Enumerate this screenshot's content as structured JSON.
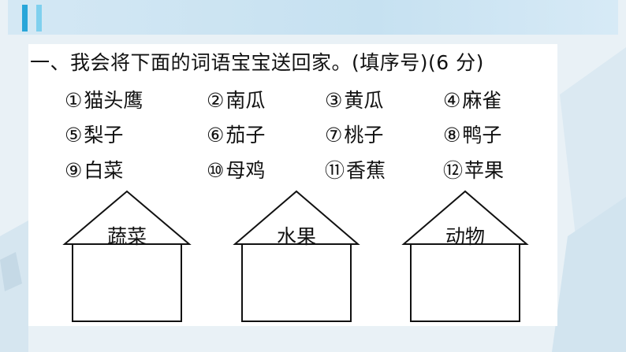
{
  "question": {
    "prefix": "一、",
    "text": "我会将下面的词语宝宝送回家。(填序号)(6 分)"
  },
  "items": [
    {
      "num": "①",
      "word": "猫头鹰"
    },
    {
      "num": "②",
      "word": "南瓜"
    },
    {
      "num": "③",
      "word": "黄瓜"
    },
    {
      "num": "④",
      "word": "麻雀"
    },
    {
      "num": "⑤",
      "word": "梨子"
    },
    {
      "num": "⑥",
      "word": "茄子"
    },
    {
      "num": "⑦",
      "word": "桃子"
    },
    {
      "num": "⑧",
      "word": "鸭子"
    },
    {
      "num": "⑨",
      "word": "白菜"
    },
    {
      "num": "⑩",
      "word": "母鸡"
    },
    {
      "num": "⑪",
      "word": "香蕉"
    },
    {
      "num": "⑫",
      "word": "苹果"
    }
  ],
  "houses": [
    {
      "label": "蔬菜"
    },
    {
      "label": "水果"
    },
    {
      "label": "动物"
    }
  ],
  "colors": {
    "banner_accent_dark": "#29a6d9",
    "banner_accent_light": "#7fd0ee"
  }
}
